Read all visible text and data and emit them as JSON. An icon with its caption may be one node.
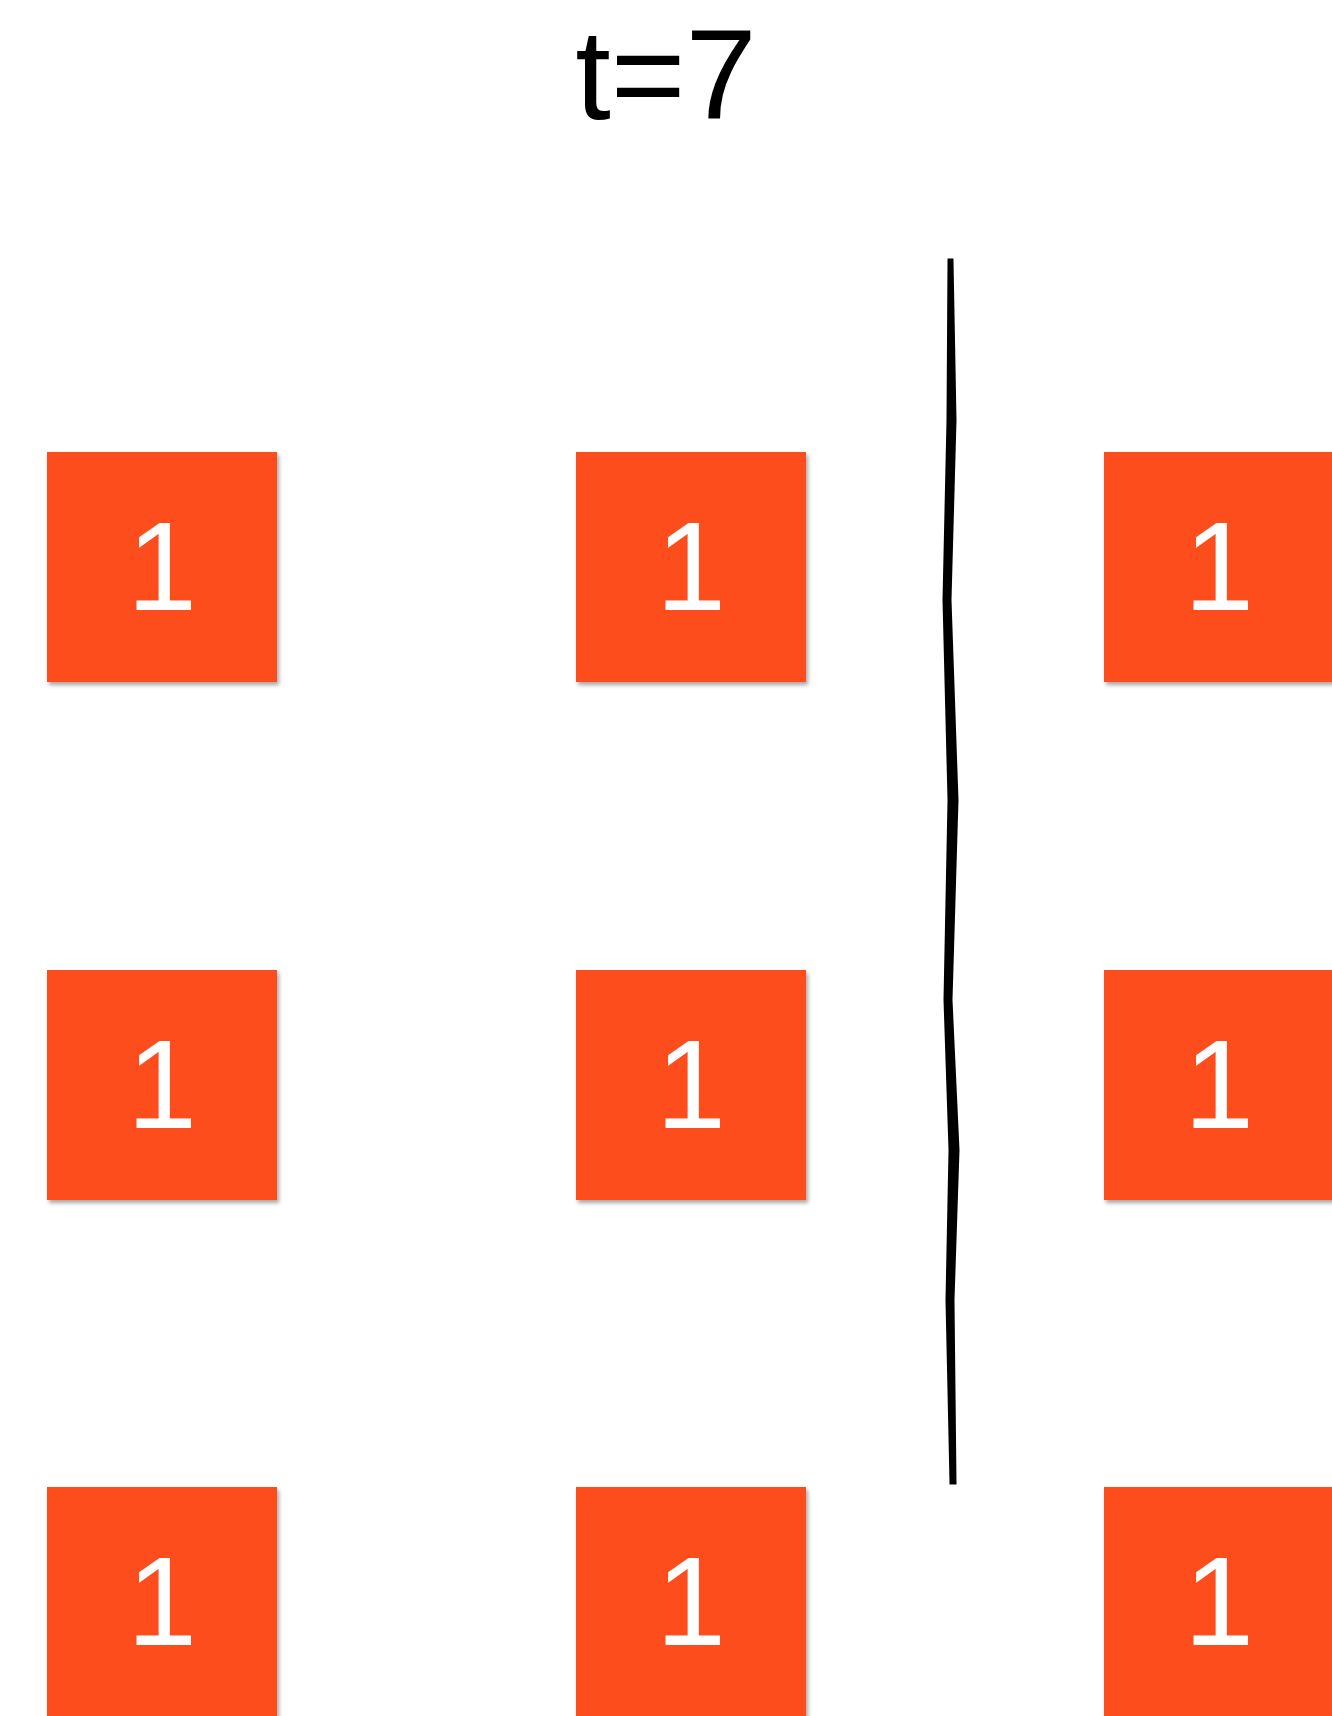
{
  "diagram": {
    "title": "t=7",
    "nodes": [
      {
        "text": [
          "1"
        ]
      },
      {
        "text": [
          "1"
        ]
      },
      {
        "text": [
          "1"
        ]
      },
      {
        "text": [
          "1"
        ]
      },
      {
        "text": [
          "1"
        ]
      },
      {
        "text": [
          "1"
        ]
      },
      {
        "text": [
          "1"
        ]
      },
      {
        "text": [
          "1"
        ]
      },
      {
        "text": [
          "1"
        ]
      },
      {
        "text": [],
        "shape": "line"
      }
    ]
  }
}
